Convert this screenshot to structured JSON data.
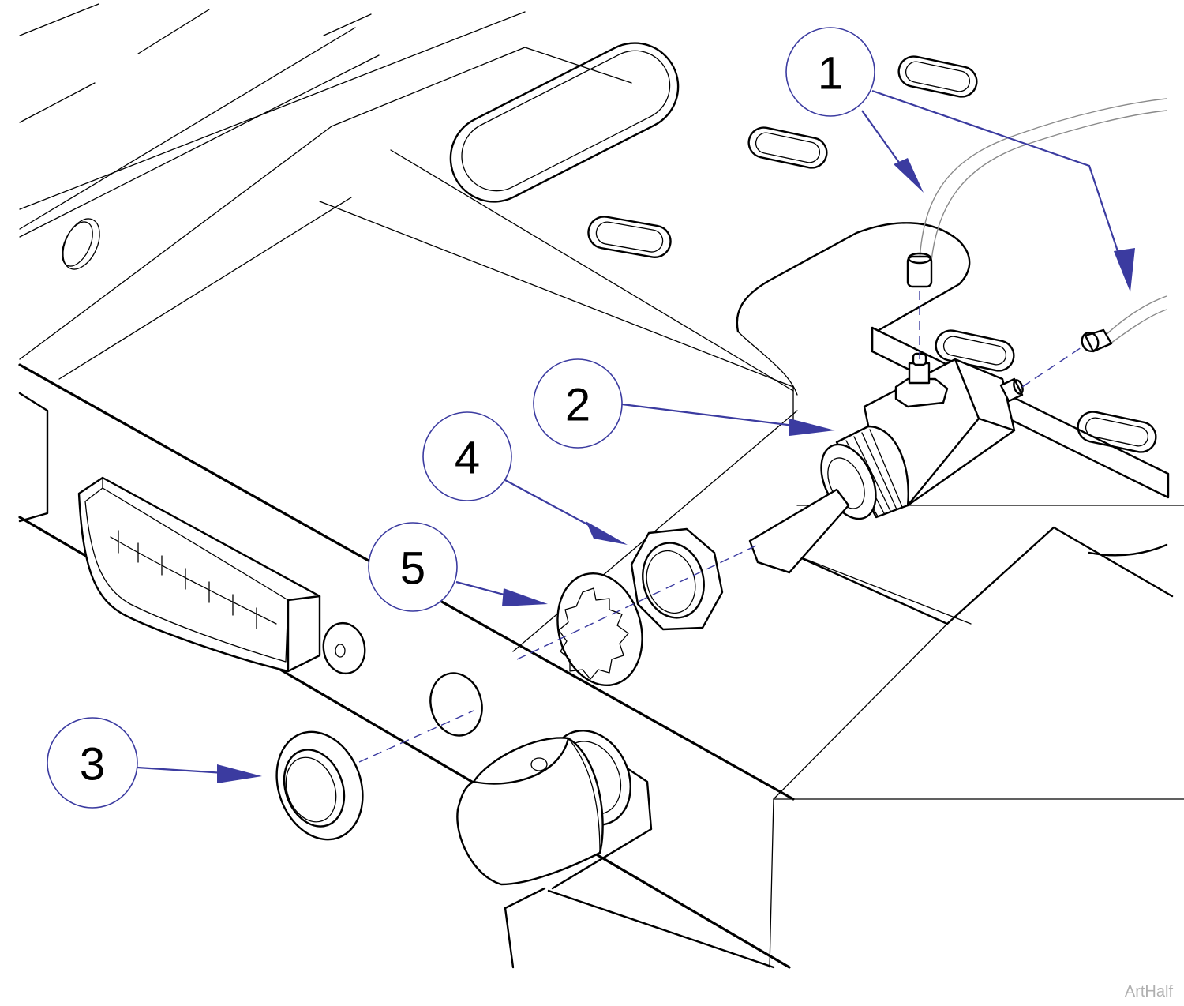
{
  "callouts": [
    {
      "id": "1",
      "label": "1"
    },
    {
      "id": "2",
      "label": "2"
    },
    {
      "id": "3",
      "label": "3"
    },
    {
      "id": "4",
      "label": "4"
    },
    {
      "id": "5",
      "label": "5"
    }
  ],
  "watermark": "ArtHalf",
  "colors": {
    "callout_stroke": "#3b3ba0",
    "line_art": "#000000",
    "watermark": "#b0b0b0"
  }
}
